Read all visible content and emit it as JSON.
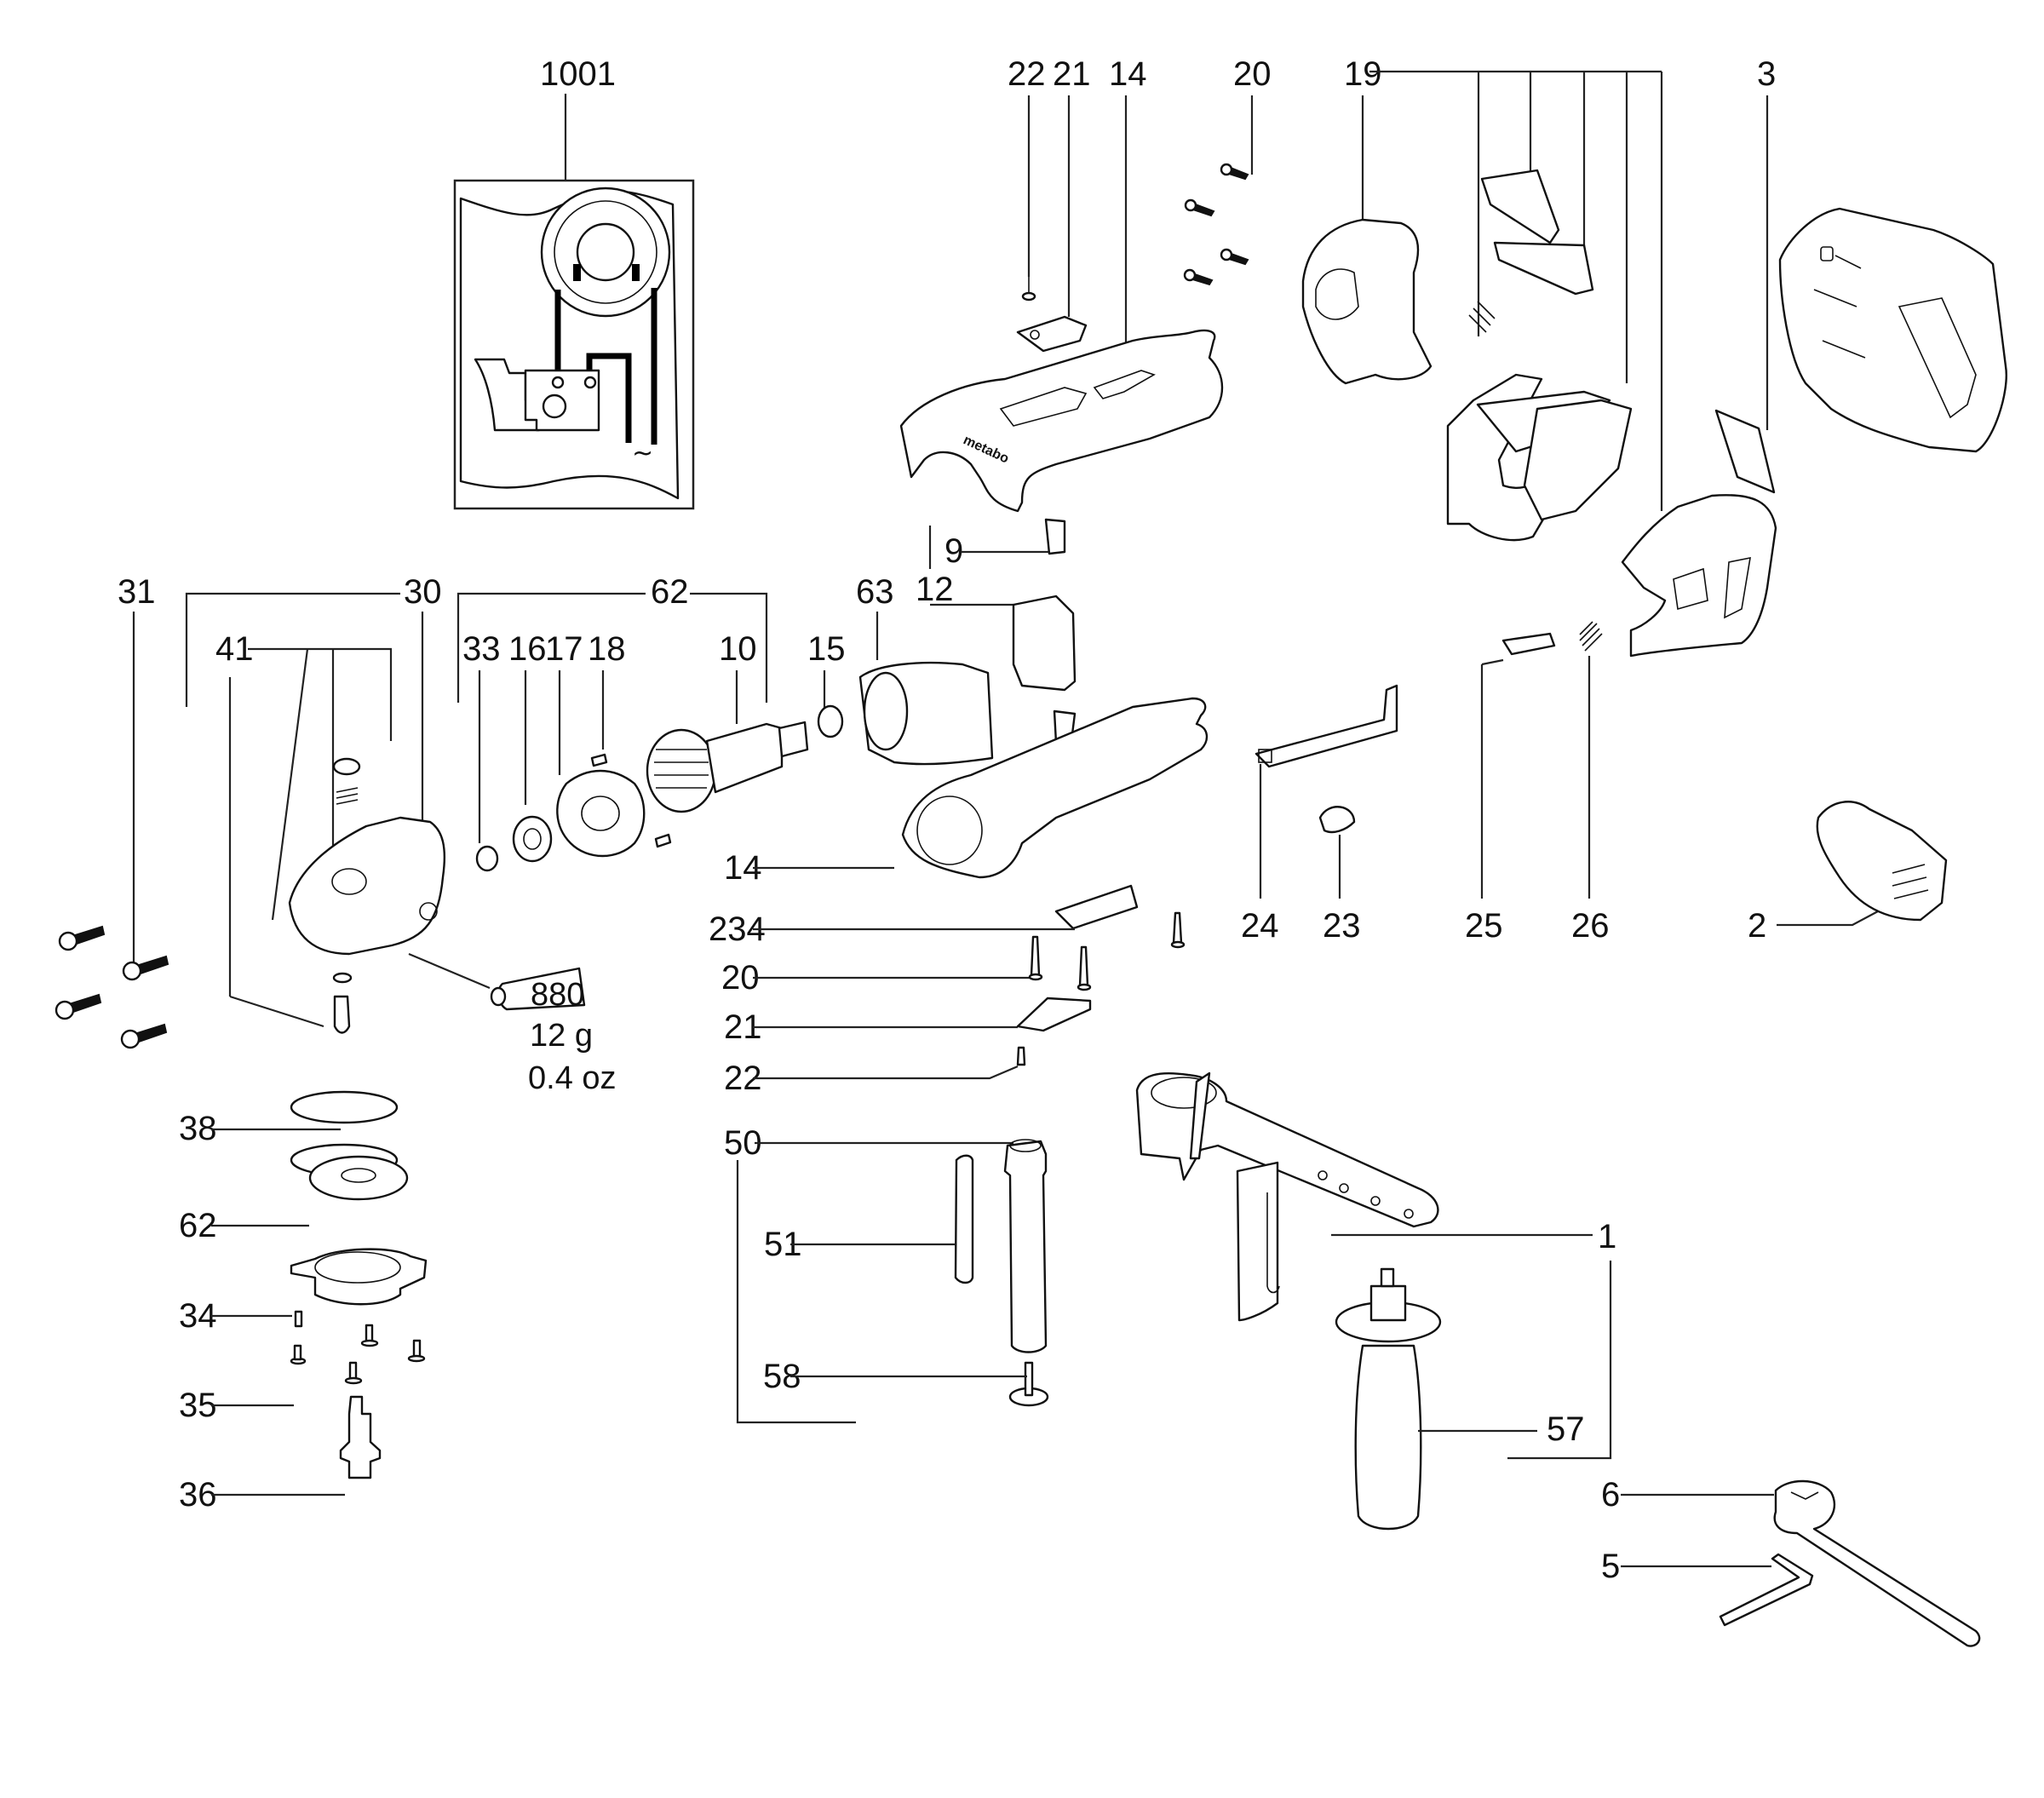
{
  "diagram": {
    "type": "exploded-parts-view",
    "product_brand_on_housing": "metabo",
    "labels": {
      "l1001": "1001",
      "l22_top": "22",
      "l21_top": "21",
      "l14_top": "14",
      "l20_top": "20",
      "l19": "19",
      "l3": "3",
      "l31": "31",
      "l30": "30",
      "l62_top": "62",
      "l63": "63",
      "l12": "12",
      "l9": "9",
      "l41": "41",
      "l33": "33",
      "l16": "16",
      "l17": "17",
      "l18": "18",
      "l10": "10",
      "l15": "15",
      "l14_mid": "14",
      "l234": "234",
      "l20_mid": "20",
      "l21_mid": "21",
      "l22_mid": "22",
      "l24": "24",
      "l23": "23",
      "l25": "25",
      "l26": "26",
      "l2": "2",
      "l38": "38",
      "l62_low": "62",
      "l34": "34",
      "l35": "35",
      "l36": "36",
      "l50": "50",
      "l51": "51",
      "l58": "58",
      "l1": "1",
      "l57": "57",
      "l6": "6",
      "l5": "5"
    },
    "grease_tube": {
      "code": "880",
      "weight_metric": "12 g",
      "weight_imperial": "0.4 oz"
    },
    "wiring_symbol": "~"
  }
}
